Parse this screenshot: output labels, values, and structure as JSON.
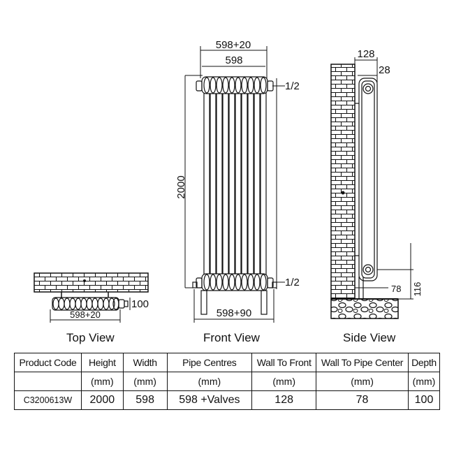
{
  "views": {
    "top": {
      "label": "Top View",
      "dim_width": "598+20",
      "dim_depth": "100"
    },
    "front": {
      "label": "Front View",
      "dim_overall_top": "598+20",
      "dim_width": "598",
      "dim_height": "2000",
      "dim_thread_top": "1/2",
      "dim_thread_bottom": "1/2",
      "dim_bottom": "598+90"
    },
    "side": {
      "label": "Side View",
      "dim_wall_to_front": "128",
      "dim_top_offset": "28",
      "dim_wall_to_pipe": "78",
      "dim_pipe_height": "116"
    }
  },
  "table": {
    "headers": [
      "Product Code",
      "Height",
      "Width",
      "Pipe Centres",
      "Wall To Front",
      "Wall To Pipe Center",
      "Depth"
    ],
    "units": [
      "",
      "(mm)",
      "(mm)",
      "(mm)",
      "(mm)",
      "(mm)",
      "(mm)"
    ],
    "values": [
      "C3200613W",
      "2000",
      "598",
      "598 +Valves",
      "128",
      "78",
      "100"
    ]
  }
}
